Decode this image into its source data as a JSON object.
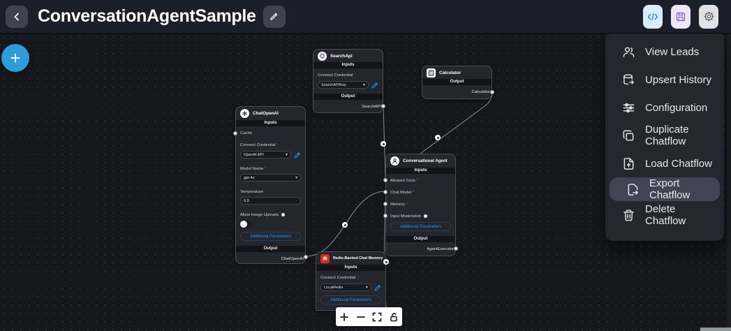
{
  "colors": {
    "accent": "#2196f3",
    "redis_red": "#d82c20",
    "required_mark_color": "#e53935",
    "canvas_bg": "#15171c",
    "header_bg": "#1a1f29"
  },
  "header": {
    "title": "ConversationAgentSample",
    "back_icon": "chevron-left-icon",
    "edit_icon": "pencil-icon",
    "actions": [
      {
        "name": "api-code-button",
        "icon": "code-icon"
      },
      {
        "name": "save-button",
        "icon": "floppy-disk-icon"
      },
      {
        "name": "settings-button",
        "icon": "gear-icon"
      }
    ]
  },
  "menu": {
    "items": [
      {
        "label": "View Leads",
        "icon": "users-icon",
        "highlighted": false
      },
      {
        "label": "Upsert History",
        "icon": "database-upsert-icon",
        "highlighted": false
      },
      {
        "label": "Configuration",
        "icon": "sliders-icon",
        "highlighted": false
      },
      {
        "label": "Duplicate Chatflow",
        "icon": "copy-icon",
        "highlighted": false
      },
      {
        "label": "Load Chatflow",
        "icon": "file-upload-icon",
        "highlighted": false
      },
      {
        "label": "Export Chatflow",
        "icon": "file-export-icon",
        "highlighted": true
      },
      {
        "label": "Delete Chatflow",
        "icon": "trash-icon",
        "highlighted": false
      }
    ]
  },
  "canvas": {
    "add_button_label": "+",
    "nodes": {
      "searchapi": {
        "title": "SearchApi",
        "inputs_label": "Inputs",
        "output_label": "Output",
        "credential_label": "Connect Credential",
        "required_mark": "*",
        "credential_value": "SearchAPIKey",
        "output_anchor": "SearchAPI"
      },
      "calculator": {
        "title": "Calculator",
        "output_label": "Output",
        "output_anchor": "Calculator"
      },
      "chatopenai": {
        "title": "ChatOpenAI",
        "inputs_label": "Inputs",
        "output_label": "Output",
        "cache_label": "Cache",
        "credential_label": "Connect Credential",
        "required_mark": "*",
        "credential_value": "OpenAI API",
        "model_label": "Model Name",
        "model_value": "gpt-4o",
        "temperature_label": "Temperature",
        "temperature_value": "0.9",
        "allow_image_label": "Allow Image Uploads",
        "additional_params_label": "Additional Parameters",
        "output_anchor": "ChatOpenAI"
      },
      "agent": {
        "title": "Conversational Agent",
        "inputs_label": "Inputs",
        "output_label": "Output",
        "rows": [
          {
            "label": "Allowed Tools",
            "req": "*"
          },
          {
            "label": "Chat Model",
            "req": "*"
          },
          {
            "label": "Memory",
            "req": "*"
          },
          {
            "label": "Input Moderation",
            "req": ""
          }
        ],
        "additional_params_label": "Additional Parameters",
        "output_anchor": "AgentExecutor"
      },
      "redis": {
        "title": "Redis-Backed Chat Memory",
        "inputs_label": "Inputs",
        "credential_label": "Connect Credential",
        "credential_value": "LocalRedis",
        "additional_params_label": "Additional Parameters"
      }
    },
    "controls": [
      {
        "icon": "zoom-in-icon"
      },
      {
        "icon": "zoom-out-icon"
      },
      {
        "icon": "fit-view-icon"
      },
      {
        "icon": "lock-icon"
      }
    ]
  }
}
